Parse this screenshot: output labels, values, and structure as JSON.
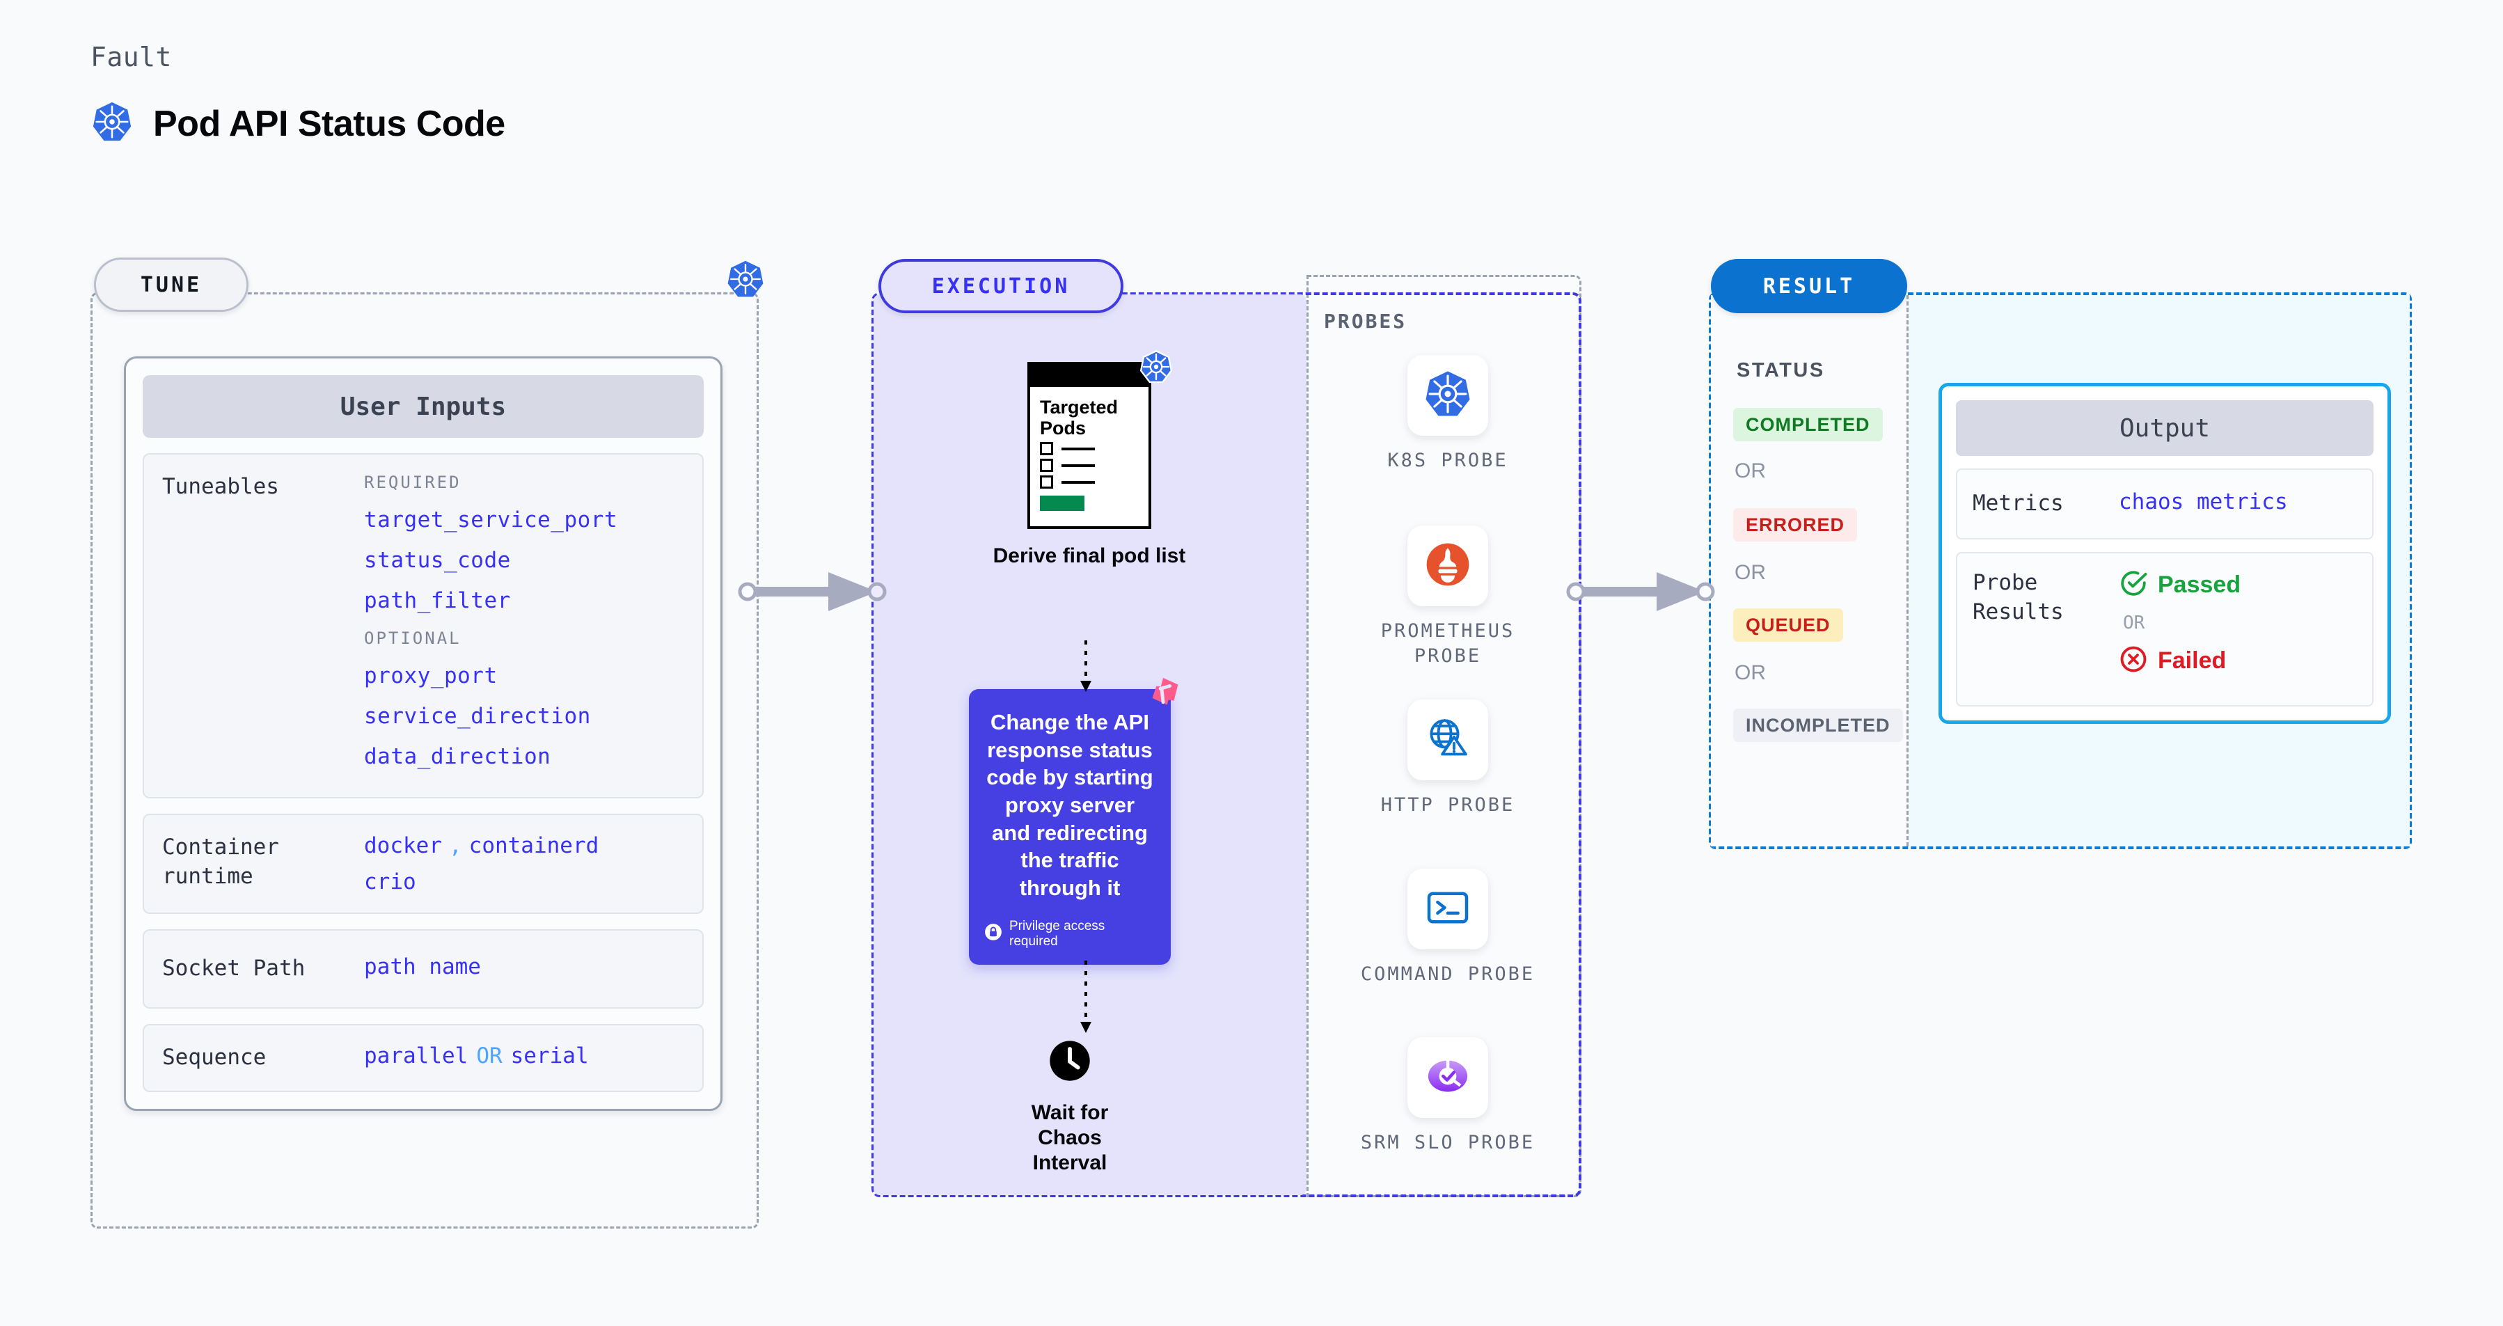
{
  "header": {
    "eyebrow": "Fault",
    "title": "Pod API Status Code",
    "icon": "kubernetes-icon"
  },
  "tune": {
    "pill_label": "TUNE",
    "edge_icon": "kubernetes-icon",
    "card_title": "User Inputs",
    "tuneables": {
      "label": "Tuneables",
      "required_label": "REQUIRED",
      "required": [
        "target_service_port",
        "status_code",
        "path_filter"
      ],
      "optional_label": "OPTIONAL",
      "optional": [
        "proxy_port",
        "service_direction",
        "data_direction"
      ]
    },
    "rows": [
      {
        "label": "Container runtime",
        "values": [
          "docker",
          ",",
          "containerd",
          "crio"
        ]
      },
      {
        "label": "Socket Path",
        "values": [
          "path name"
        ]
      },
      {
        "label": "Sequence",
        "values": [
          "parallel",
          "OR",
          "serial"
        ]
      }
    ],
    "container_runtime_label": "Container runtime",
    "runtime_docker": "docker",
    "runtime_comma": ",",
    "runtime_containerd": "containerd",
    "runtime_crio": "crio",
    "socket_path_label": "Socket Path",
    "socket_path_value": "path name",
    "sequence_label": "Sequence",
    "sequence_parallel": "parallel",
    "sequence_or": "OR",
    "sequence_serial": "serial"
  },
  "execution": {
    "pill_label": "EXECUTION",
    "pod_doc": {
      "title": "Targeted Pods",
      "icon": "kubernetes-icon",
      "rows": 3
    },
    "derive_label": "Derive final pod list",
    "action_card": {
      "text": "Change the API response status code by starting proxy server and redirecting the traffic through it",
      "privilege_note": "Privilege access required",
      "privilege_icon": "lock-icon",
      "corner_icon": "litmus-chaos-icon"
    },
    "wait_step": {
      "icon": "clock-icon",
      "label": "Wait for Chaos Interval"
    }
  },
  "probes": {
    "section_label": "PROBES",
    "items": [
      {
        "name": "K8S PROBE",
        "icon": "kubernetes-icon"
      },
      {
        "name": "PROMETHEUS PROBE",
        "icon": "prometheus-icon"
      },
      {
        "name": "HTTP PROBE",
        "icon": "globe-warning-icon"
      },
      {
        "name": "COMMAND PROBE",
        "icon": "terminal-icon"
      },
      {
        "name": "SRM SLO PROBE",
        "icon": "srm-slo-icon"
      }
    ]
  },
  "result": {
    "pill_label": "RESULT",
    "status_label": "STATUS",
    "or_label": "OR",
    "statuses": [
      {
        "label": "COMPLETED",
        "bg": "#dcf5de",
        "fg": "#0f7a23"
      },
      {
        "label": "ERRORED",
        "bg": "#fdeaea",
        "fg": "#c7201b"
      },
      {
        "label": "QUEUED",
        "bg": "#fdeebd",
        "fg": "#c7201b"
      },
      {
        "label": "INCOMPLETED",
        "bg": "#eef0f5",
        "fg": "#5b6372"
      }
    ],
    "output": {
      "title": "Output",
      "metrics_label": "Metrics",
      "metrics_value": "chaos metrics",
      "probe_results_label": "Probe Results",
      "passed_label": "Passed",
      "failed_label": "Failed",
      "or_label": "OR",
      "passed_icon": "check-circle-icon",
      "failed_icon": "x-circle-icon"
    }
  },
  "colors": {
    "tune_accent": "#9aa3b2",
    "execution_accent": "#3f3ae0",
    "result_accent": "#0b7bd4",
    "output_border": "#18a6e8",
    "code_blue": "#3730f5",
    "passed_green": "#18a33f",
    "failed_red": "#e01b24"
  }
}
